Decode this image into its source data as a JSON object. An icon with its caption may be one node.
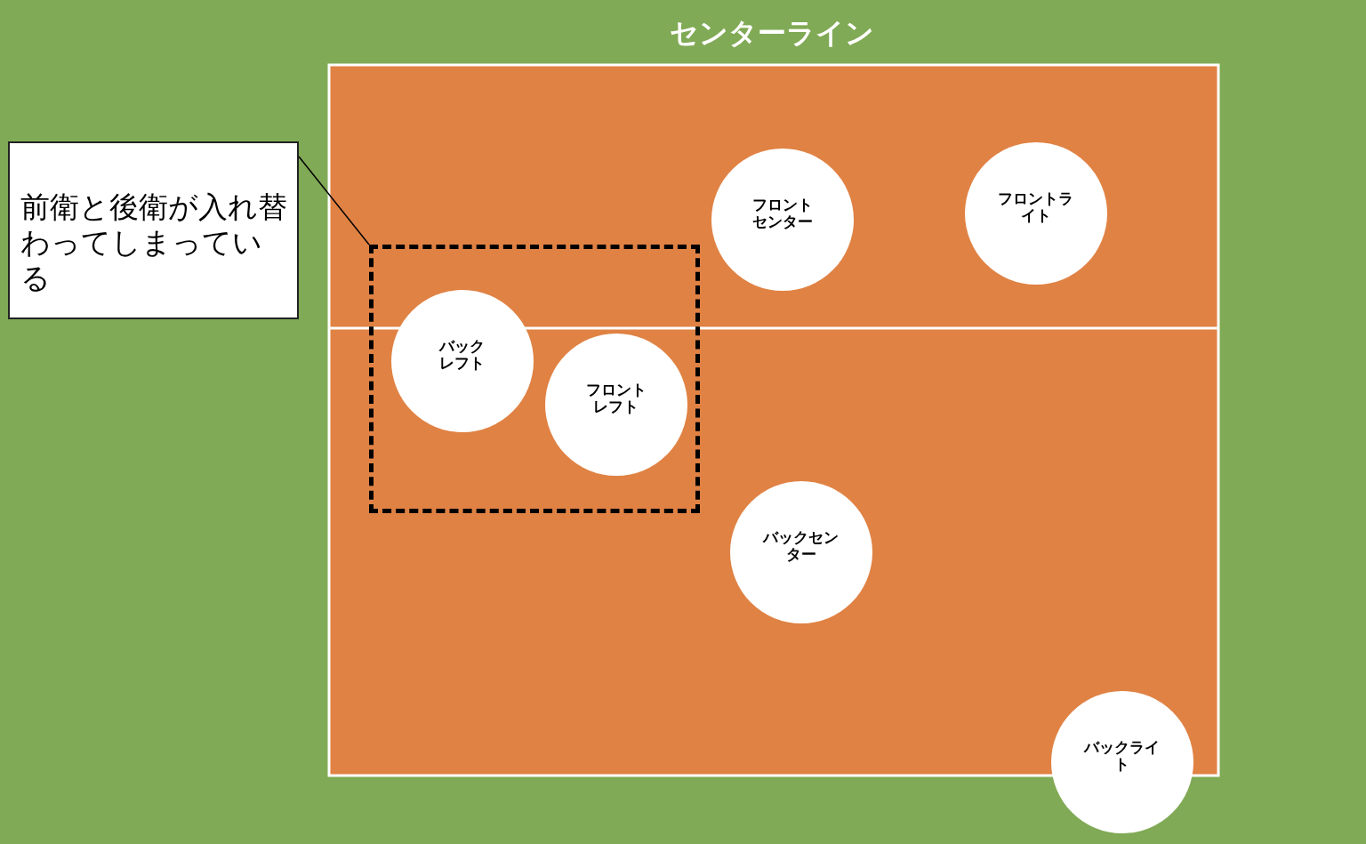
{
  "diagram": {
    "nodes": [
      {
        "text": [
          "前衛と後衛が入れ替わってしまっている"
        ]
      },
      {
        "text": [],
        "shape": "box"
      },
      {
        "text": [
          "フロントセンター"
        ]
      },
      {
        "text": [
          "フロントライト"
        ]
      },
      {
        "text": [
          "バックレフト"
        ],
        "in": 1
      },
      {
        "text": [
          "フロントレフト"
        ],
        "in": 1
      },
      {
        "text": [
          "バックセンター"
        ]
      },
      {
        "text": [
          "バックライト"
        ]
      }
    ],
    "edges": [
      {
        "from": 0,
        "to": 1,
        "arrow": "none"
      }
    ],
    "labels": [
      "センターライン"
    ]
  }
}
